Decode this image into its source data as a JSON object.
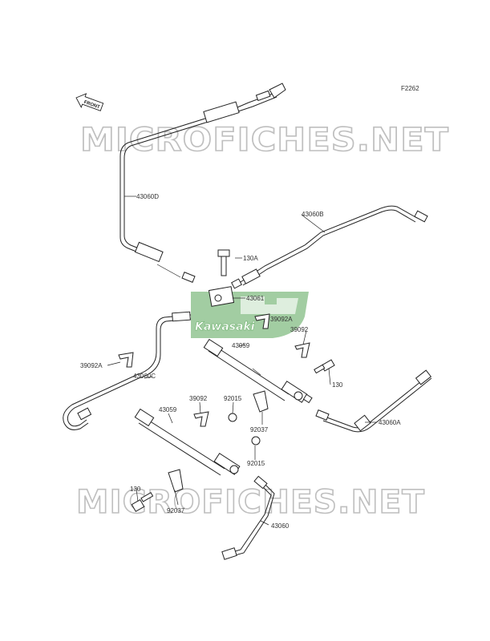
{
  "diagram": {
    "figure_code": "F2262",
    "front_label": "FRONT",
    "watermark": "MICROFICHES.NET",
    "brand_logo": "Kawasaki",
    "labels": {
      "l43060D": "43060D",
      "l43060B": "43060B",
      "l130A": "130A",
      "l43061": "43061",
      "l39092A_1": "39092A",
      "l39092_1": "39092",
      "l43059_1": "43059",
      "l39092A_2": "39092A",
      "l43060C": "43060C",
      "l39092_2": "39092",
      "l92015_1": "92015",
      "l43059_2": "43059",
      "l130_1": "130",
      "l92037_1": "92037",
      "l43060A": "43060A",
      "l92015_2": "92015",
      "l130_2": "130",
      "l92037_2": "92037",
      "l43060": "43060"
    },
    "colors": {
      "logo": "#56a456",
      "watermark_outline": "#bfbfbf",
      "lines": "#222222"
    }
  }
}
